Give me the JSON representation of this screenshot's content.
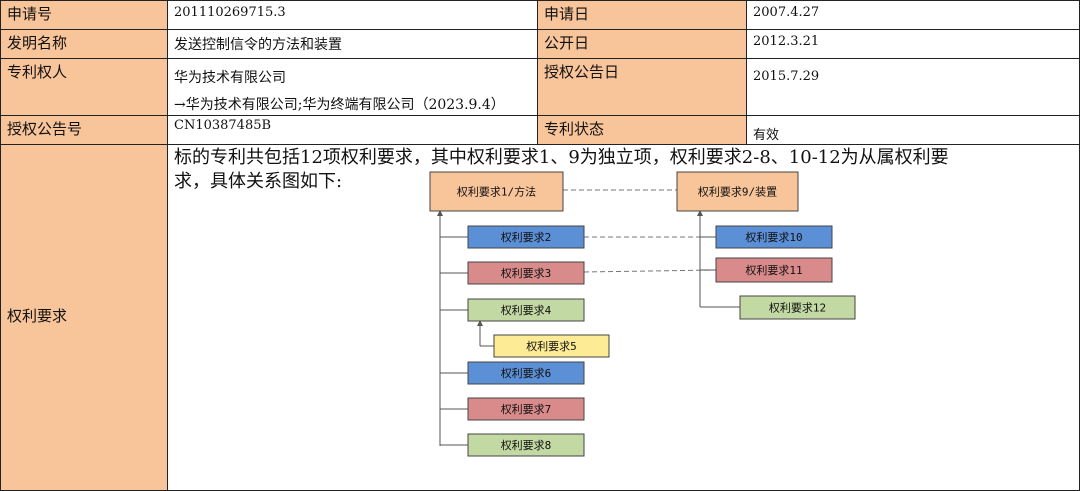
{
  "labels": {
    "app_no": "申请号",
    "app_date": "申请日",
    "title": "发明名称",
    "pub_date": "公开日",
    "patentee": "专利权人",
    "grant_pub_date": "授权公告日",
    "grant_pub_no": "授权公告号",
    "status": "专利状态",
    "claims": "权利要求"
  },
  "values": {
    "app_no": "201110269715.3",
    "app_date": "2007.4.27",
    "title": "发送控制信令的方法和装置",
    "pub_date": "2012.3.21",
    "patentee_line1": "华为技术有限公司",
    "patentee_line2": "→华为技术有限公司;华为终端有限公司（2023.9.4）",
    "grant_pub_date": "2015.7.29",
    "grant_pub_no": "CN10387485B",
    "status": "有效"
  },
  "claims_text": {
    "line1": "标的专利共包括12项权利要求，其中权利要求1、9为独立项，权利要求2-8、10-12为从属权利要",
    "line2": "求，具体关系图如下:"
  },
  "diagram": {
    "colors": {
      "orange": "#f8c49a",
      "blue": "#5b8fd6",
      "red": "#d98a8a",
      "green": "#c3d9a3",
      "yellow": "#fdeb96"
    },
    "nodes": [
      {
        "id": "c1",
        "label": "权利要求1/方法",
        "color": "orange"
      },
      {
        "id": "c9",
        "label": "权利要求9/装置",
        "color": "orange"
      },
      {
        "id": "c2",
        "label": "权利要求2",
        "color": "blue"
      },
      {
        "id": "c3",
        "label": "权利要求3",
        "color": "red"
      },
      {
        "id": "c4",
        "label": "权利要求4",
        "color": "green"
      },
      {
        "id": "c5",
        "label": "权利要求5",
        "color": "yellow"
      },
      {
        "id": "c6",
        "label": "权利要求6",
        "color": "blue"
      },
      {
        "id": "c7",
        "label": "权利要求7",
        "color": "red"
      },
      {
        "id": "c8",
        "label": "权利要求8",
        "color": "green"
      },
      {
        "id": "c10",
        "label": "权利要求10",
        "color": "blue"
      },
      {
        "id": "c11",
        "label": "权利要求11",
        "color": "red"
      },
      {
        "id": "c12",
        "label": "权利要求12",
        "color": "green"
      }
    ]
  }
}
